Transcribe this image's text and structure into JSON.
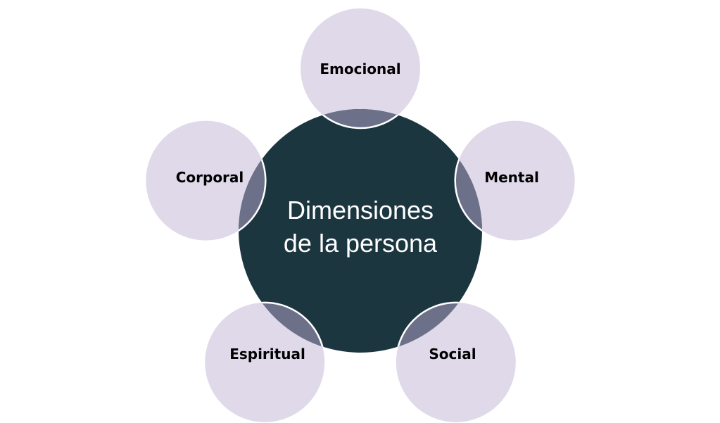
{
  "diagram": {
    "type": "radial-venn",
    "center": {
      "label_line1": "Dimensiones",
      "label_line2": "de la persona",
      "color": "#1c3640",
      "text_color": "#ffffff"
    },
    "nodes": [
      {
        "id": "emocional",
        "label": "Emocional"
      },
      {
        "id": "mental",
        "label": "Mental"
      },
      {
        "id": "social",
        "label": "Social"
      },
      {
        "id": "espiritual",
        "label": "Espiritual"
      },
      {
        "id": "corporal",
        "label": "Corporal"
      }
    ],
    "node_color": "#e0d9ea",
    "overlap_color": "#6c7189",
    "outline_color": "#ffffff"
  }
}
